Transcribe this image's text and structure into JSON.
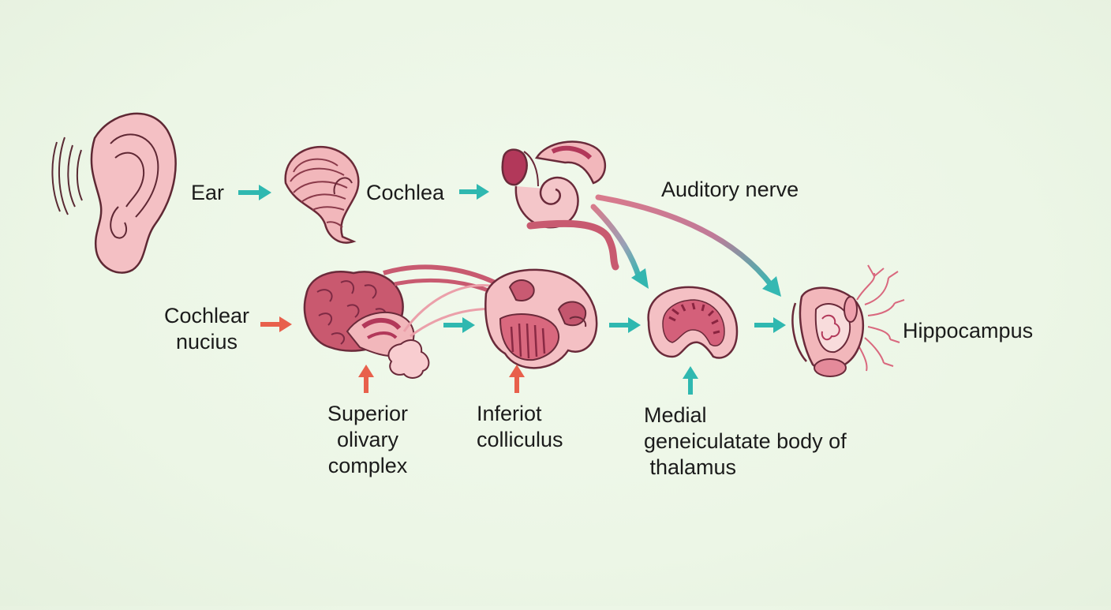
{
  "diagram": {
    "colors": {
      "background": "#eef7e9",
      "teal_arrow": "#2fb8b0",
      "red_arrow": "#e8604c",
      "tissue_fill": "#f2b7bd",
      "tissue_dark": "#b2385a",
      "outline": "#6a2a3a"
    },
    "nodes": {
      "ear": {
        "label": "Ear",
        "icon": "ear-icon"
      },
      "cochlea": {
        "label": "Cochlea",
        "icon": "cochlea-icon"
      },
      "auditory_nerve": {
        "label": "Auditory nerve",
        "icon": "inner-ear-icon"
      },
      "cochlear_nucleus": {
        "label": "Cochlear\nnucius",
        "icon": "cochlear-nucleus-icon"
      },
      "superior_olivary": {
        "label": "Superior\nolivary\ncomplex",
        "icon": "olivary-complex-icon"
      },
      "inferior_colliculus": {
        "label": "Inferiot\ncolliculus",
        "icon": "colliculus-icon"
      },
      "medial_geniculate": {
        "label": "Medial\ngeneiculatate body of\n thalamus",
        "icon": "thalamus-icon"
      },
      "hippocampus": {
        "label": "Hippocampus",
        "icon": "hippocampus-icon"
      }
    },
    "edges": [
      {
        "from": "ear",
        "to": "cochlea",
        "color": "teal"
      },
      {
        "from": "cochlea",
        "to": "auditory_nerve",
        "color": "teal"
      },
      {
        "from": "auditory_nerve",
        "to": "medial_geniculate",
        "color": "teal"
      },
      {
        "from": "auditory_nerve",
        "to": "hippocampus",
        "color": "teal"
      },
      {
        "from": "cochlear_nucleus",
        "to": "olivary-structure",
        "color": "red"
      },
      {
        "from": "superior_olivary",
        "to": "olivary-structure",
        "color": "red"
      },
      {
        "from": "olivary-structure",
        "to": "inferior_colliculus",
        "color": "teal"
      },
      {
        "from": "inferior_colliculus",
        "to": "medial_geniculate",
        "color": "teal"
      },
      {
        "from": "medial_geniculate",
        "to": "hippocampus",
        "color": "teal"
      }
    ]
  }
}
